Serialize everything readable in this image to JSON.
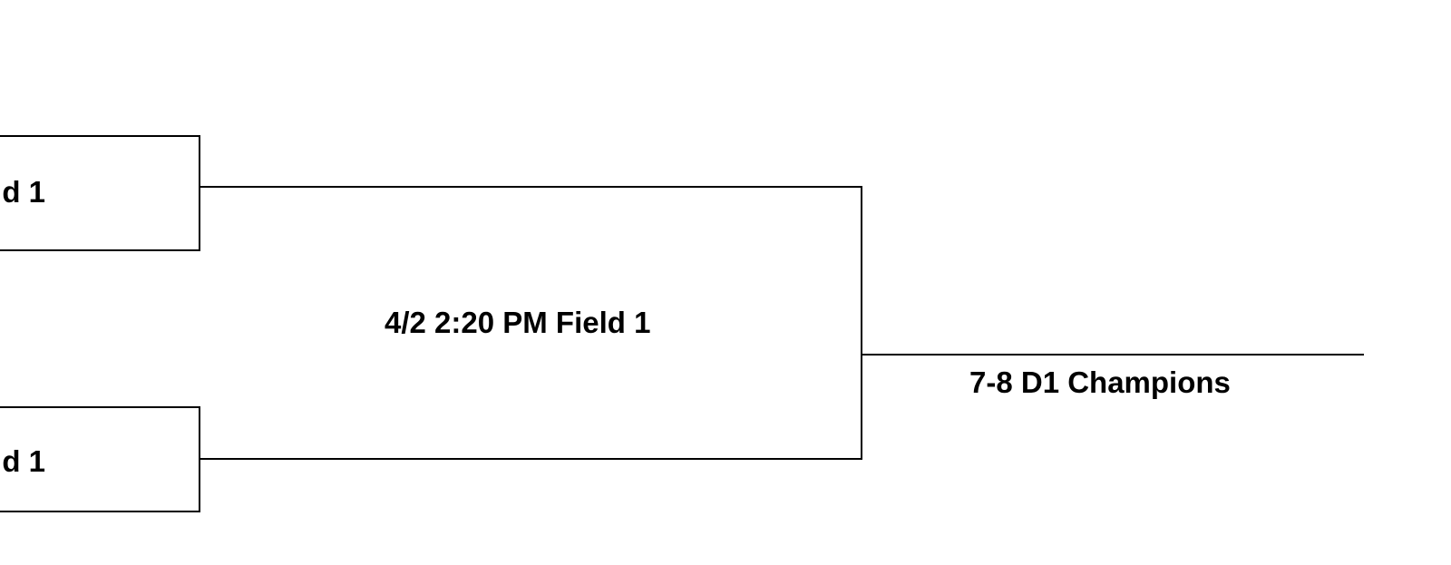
{
  "bracket": {
    "slots": [
      {
        "label": "d 1"
      },
      {
        "label": "d 1"
      }
    ],
    "game": {
      "label": "4/2 2:20 PM Field 1"
    },
    "result": {
      "label": "7-8 D1 Champions"
    }
  }
}
